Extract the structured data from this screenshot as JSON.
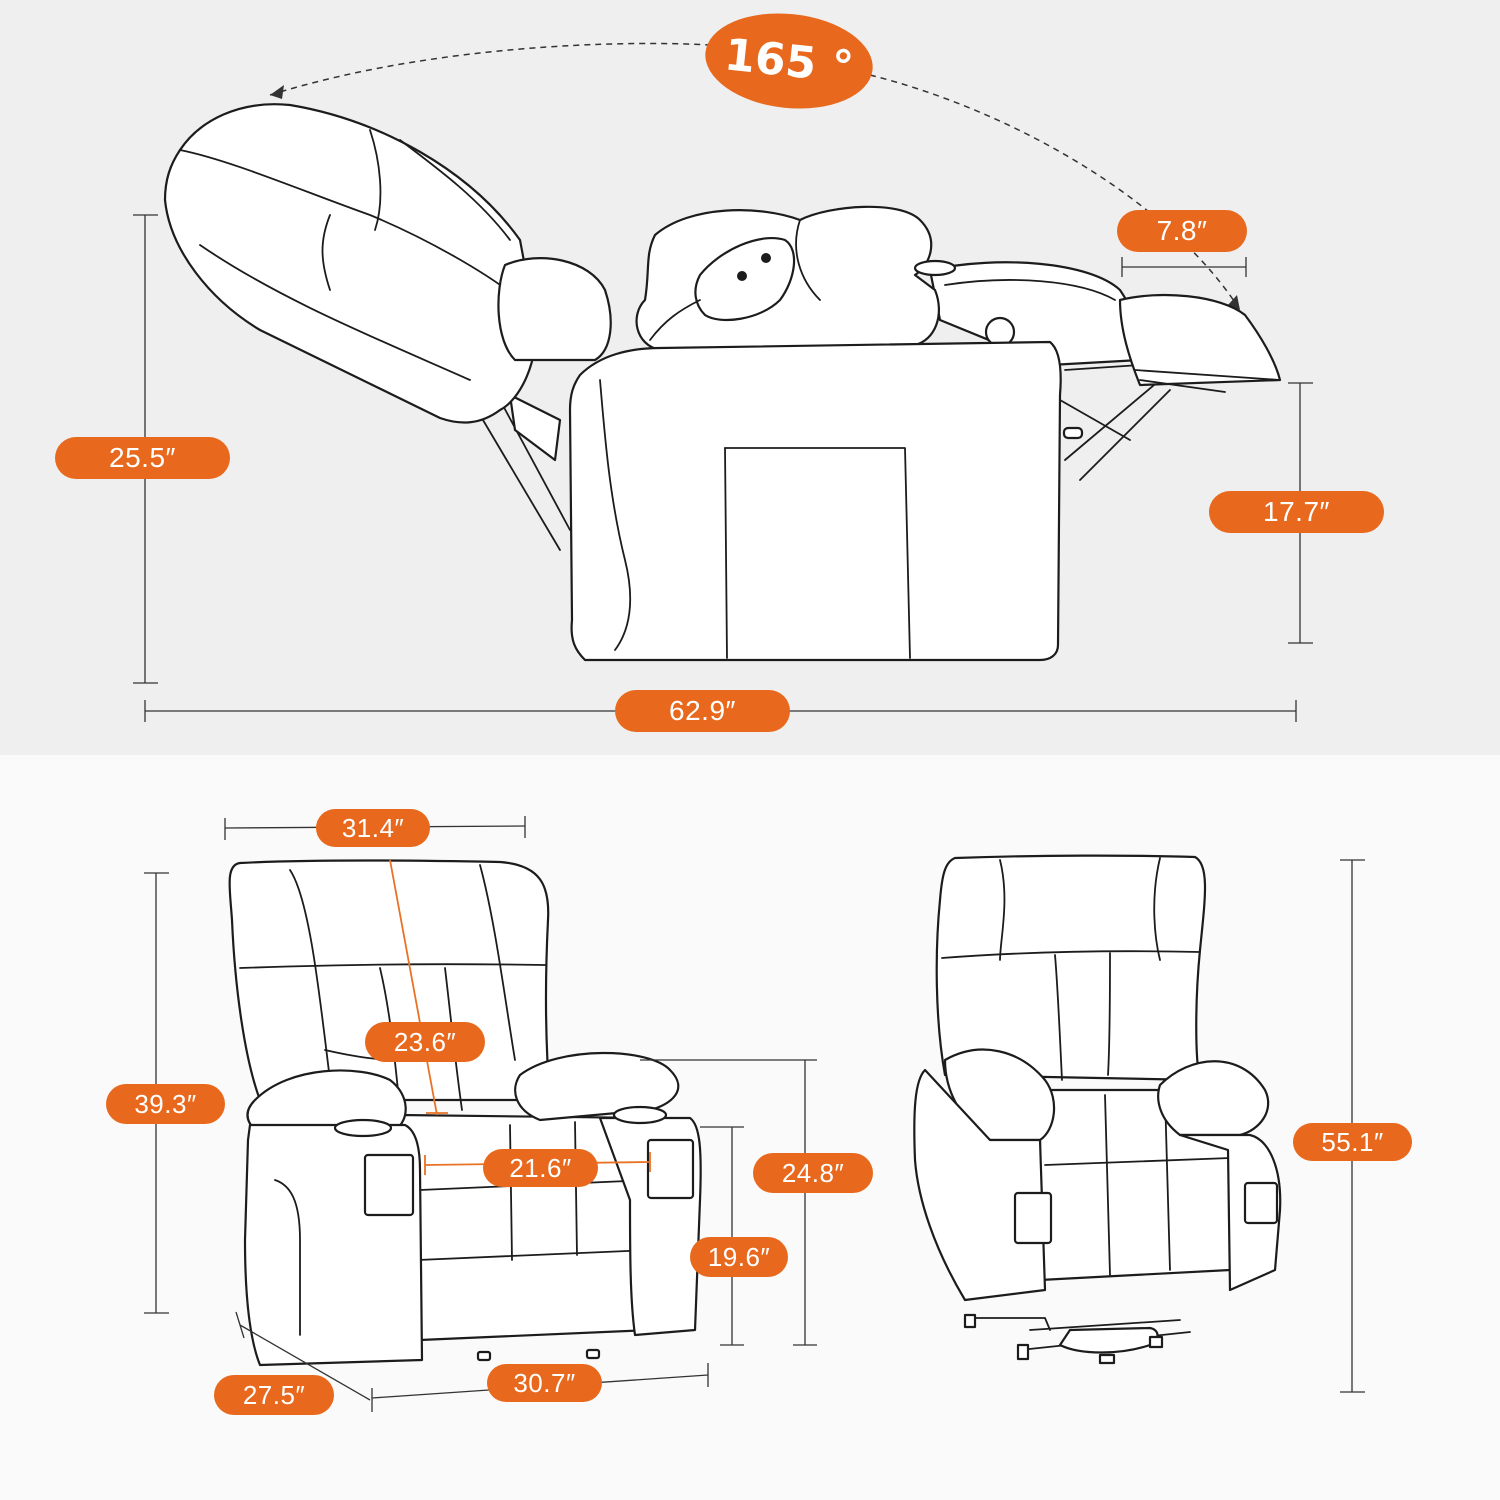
{
  "recline": {
    "angle": "165 °",
    "footrest_length": "7.8″",
    "backrest_height": "25.5″",
    "footrest_height": "17.7″",
    "total_length": "62.9″"
  },
  "front_view": {
    "overall_width": "31.4″",
    "backrest_height": "23.6″",
    "overall_height": "39.3″",
    "seat_width": "21.6″",
    "armrest_height": "24.8″",
    "seat_height": "19.6″",
    "depth": "27.5″",
    "base_width": "30.7″"
  },
  "lift_view": {
    "lifted_height": "55.1″"
  },
  "colors": {
    "accent": "#e8691d",
    "top_background": "#efefef",
    "bottom_background": "#fafafa",
    "outline": "#1c1c1c"
  }
}
